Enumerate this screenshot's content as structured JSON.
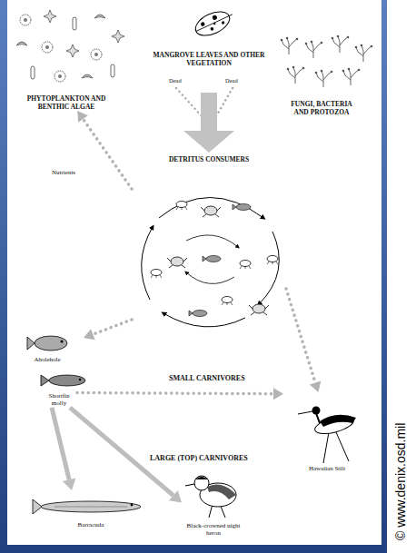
{
  "diagram": {
    "nodes": [
      {
        "text": [
          "MANGROVE LEAVES AND OTHER VEGETATION"
        ]
      },
      {
        "text": [
          "PHYTOPLANKTON AND BENTHIC ALGAE"
        ]
      },
      {
        "text": [
          "FUNGI, BACTERIA AND PROTOZOA"
        ]
      },
      {
        "text": [
          "DETRITUS CONSUMERS"
        ]
      },
      {
        "text": [
          "Aholehole"
        ]
      },
      {
        "text": [
          "Shortfin molly"
        ]
      },
      {
        "text": [
          "Hawaiian Stilt"
        ]
      },
      {
        "text": [
          "Barracuda"
        ]
      },
      {
        "text": [
          "Black-crowned night heron"
        ]
      }
    ],
    "edges": [
      {
        "from": 0,
        "to": 3,
        "arrow": "to"
      },
      {
        "from": 3,
        "to": 1,
        "label": "Nutrients",
        "arrow": "to"
      },
      {
        "from": 3,
        "to": 4,
        "arrow": "to"
      },
      {
        "from": 3,
        "to": 6,
        "arrow": "to"
      },
      {
        "from": 5,
        "to": 6,
        "arrow": "to"
      },
      {
        "from": 5,
        "to": 7,
        "arrow": "to"
      },
      {
        "from": 5,
        "to": 8,
        "arrow": "to"
      }
    ],
    "labels": [
      "Dead",
      "Dead",
      "SMALL CARNIVORES",
      "LARGE (TOP) CARNIVORES",
      "© www.denix.osd.mil"
    ]
  }
}
